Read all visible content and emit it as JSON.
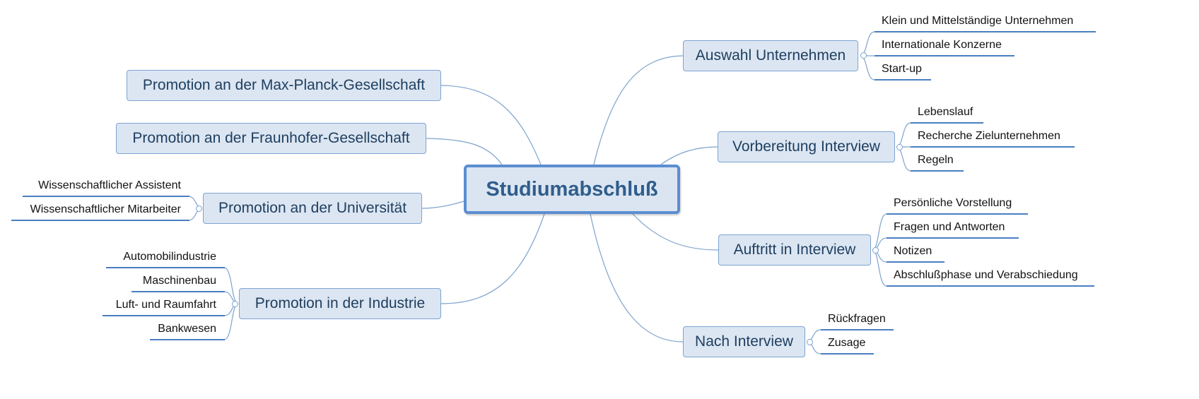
{
  "central": {
    "label": "Studiumabschluß"
  },
  "right_topics": [
    {
      "id": "auswahl",
      "label": "Auswahl Unternehmen",
      "children": [
        "Klein und Mittelständige Unternehmen",
        "Internationale Konzerne",
        "Start-up"
      ]
    },
    {
      "id": "vorbereitung",
      "label": "Vorbereitung Interview",
      "children": [
        "Lebenslauf",
        "Recherche Zielunternehmen",
        "Regeln"
      ]
    },
    {
      "id": "auftritt",
      "label": "Auftritt in Interview",
      "children": [
        "Persönliche Vorstellung",
        "Fragen und Antworten",
        "Notizen",
        "Abschlußphase und Verabschiedung"
      ]
    },
    {
      "id": "nach",
      "label": "Nach Interview",
      "children": [
        "Rückfragen",
        "Zusage"
      ]
    }
  ],
  "left_topics": [
    {
      "id": "max-planck",
      "label": "Promotion an der Max-Planck-Gesellschaft",
      "children": []
    },
    {
      "id": "fraunhofer",
      "label": "Promotion an der Fraunhofer-Gesellschaft",
      "children": []
    },
    {
      "id": "universitaet",
      "label": "Promotion an der Universität",
      "children": [
        "Wissenschaftlicher Assistent",
        "Wissenschaftlicher Mitarbeiter"
      ]
    },
    {
      "id": "industrie",
      "label": "Promotion in der Industrie",
      "children": [
        "Automobilindustrie",
        "Maschinenbau",
        "Luft- und Raumfahrt",
        "Bankwesen"
      ]
    }
  ],
  "colors": {
    "line": "#7ea3cc",
    "sub_underline": "#4a7ec2",
    "central_border": "#5b8ed1",
    "topic_fill": "#dce6f2"
  }
}
